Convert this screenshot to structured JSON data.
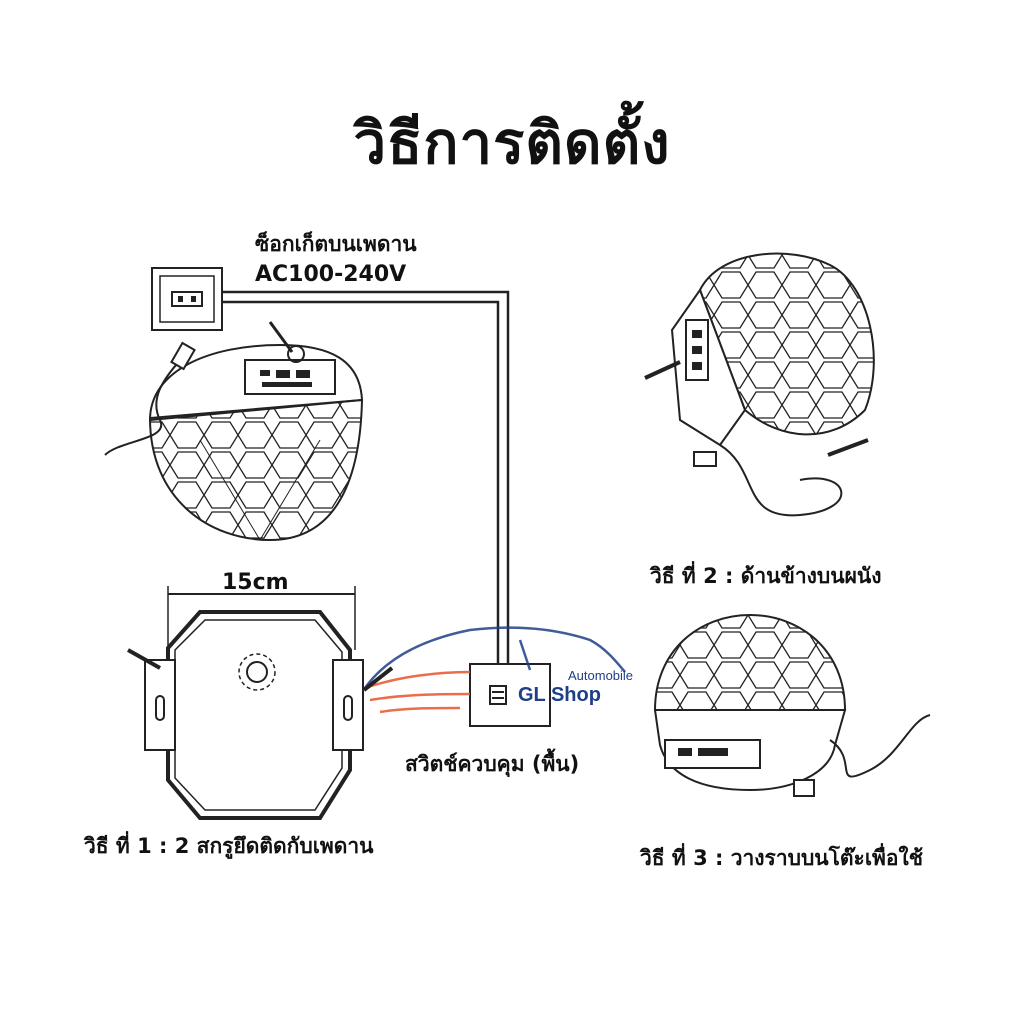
{
  "title": "วิธีการติดตั้ง",
  "socket": {
    "label": "ซ็อกเก็ตบนเพดาน",
    "voltage": "AC100-240V"
  },
  "dimension": "15cm",
  "switch_label": "สวิตช์ควบคุม (พื้น)",
  "methods": [
    {
      "label": "วิธี ที่ 1 : 2 สกรูยึดติดกับเพดาน"
    },
    {
      "label": "วิธี ที่ 2 : ด้านข้างบนผนัง"
    },
    {
      "label": "วิธี ที่ 3 : วางราบบนโต๊ะเพื่อใช้"
    }
  ],
  "watermark": {
    "brand": "GL Shop",
    "sub": "Automobile",
    "color": "#1f3f87",
    "accent": "#e8542c"
  }
}
